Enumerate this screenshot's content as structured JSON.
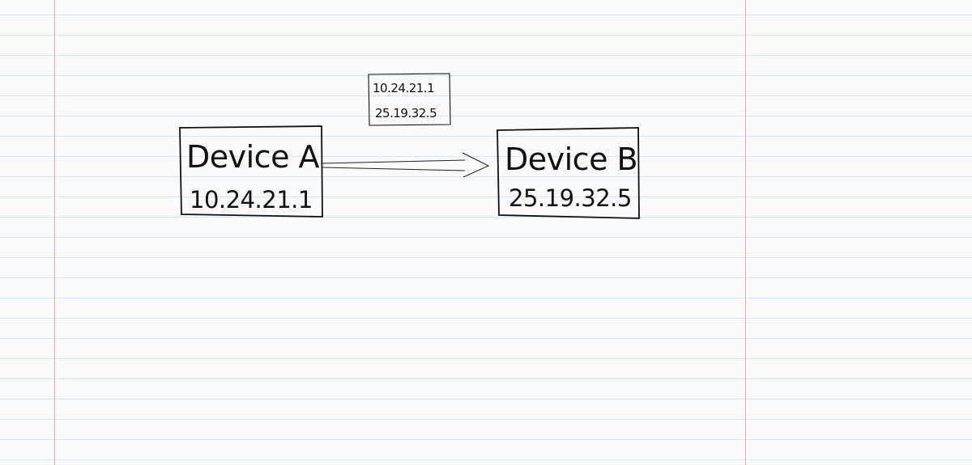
{
  "diagram": {
    "device_a": {
      "name": "Device A",
      "ip": "10.24.21.1"
    },
    "device_b": {
      "name": "Device B",
      "ip": "25.19.32.5"
    },
    "packet": {
      "source_ip": "10.24.21.1",
      "destination_ip": "25.19.32.5"
    }
  },
  "colors": {
    "paper": "#fafafa",
    "ruled_line": "#d9e7f5",
    "margin_line": "#f0a7a7",
    "ink": "#111111"
  }
}
